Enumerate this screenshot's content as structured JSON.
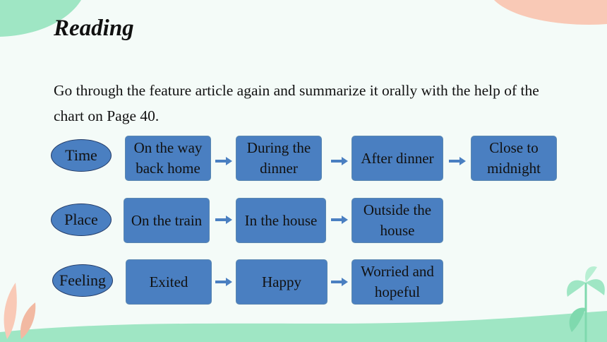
{
  "slide": {
    "title": "Reading",
    "instructions": "Go through the feature article again and summarize it orally with the help of the chart on Page 40."
  },
  "rows": [
    {
      "label": "Time",
      "steps": [
        "On the way back home",
        "During the dinner",
        "After dinner",
        "Close to midnight"
      ]
    },
    {
      "label": "Place",
      "steps": [
        "On the train",
        "In the house",
        "Outside the house"
      ]
    },
    {
      "label": "Feeling",
      "steps": [
        "Exited",
        "Happy",
        "Worried and hopeful"
      ]
    }
  ],
  "colors": {
    "node_fill": "#4a7fc1",
    "arrow": "#4a7fc1",
    "background": "#f4fbf8",
    "accent_green": "#9fe6c4",
    "accent_peach": "#f9c9b6"
  }
}
